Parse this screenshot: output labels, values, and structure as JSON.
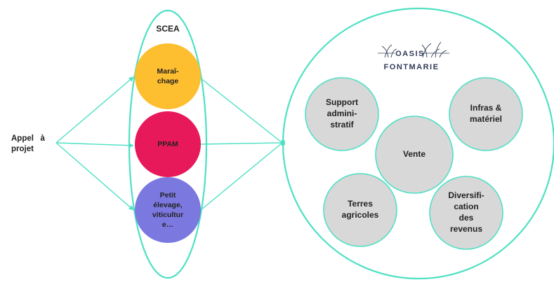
{
  "left_label": {
    "lines": [
      "Appel   à",
      "projet"
    ]
  },
  "scea": {
    "title": "SCEA",
    "nodes": [
      {
        "id": "maraichage",
        "lines": [
          "Maraî-",
          "chage"
        ],
        "color": "#FDBE2F"
      },
      {
        "id": "ppam",
        "lines": [
          "PPAM"
        ],
        "color": "#E8195A"
      },
      {
        "id": "elevage",
        "lines": [
          "Petit",
          "élevage,",
          "viticultur",
          "e…"
        ],
        "color": "#7B78E0"
      }
    ]
  },
  "oasis": {
    "logo": {
      "line1": "OASIS",
      "line2": "FONTMARIE"
    },
    "nodes": [
      {
        "id": "support",
        "lines": [
          "Support",
          "admini-",
          "stratif"
        ]
      },
      {
        "id": "infras",
        "lines": [
          "Infras &",
          "matériel"
        ]
      },
      {
        "id": "vente",
        "lines": [
          "Vente"
        ]
      },
      {
        "id": "terres",
        "lines": [
          "Terres",
          "agricoles"
        ]
      },
      {
        "id": "diversification",
        "lines": [
          "Diversifi-",
          "cation",
          "des",
          "revenus"
        ]
      }
    ]
  },
  "colors": {
    "line": "#4FE0C4",
    "node_gray": "#D8D8D8",
    "text": "#222222",
    "logo": "#2F3B57"
  }
}
